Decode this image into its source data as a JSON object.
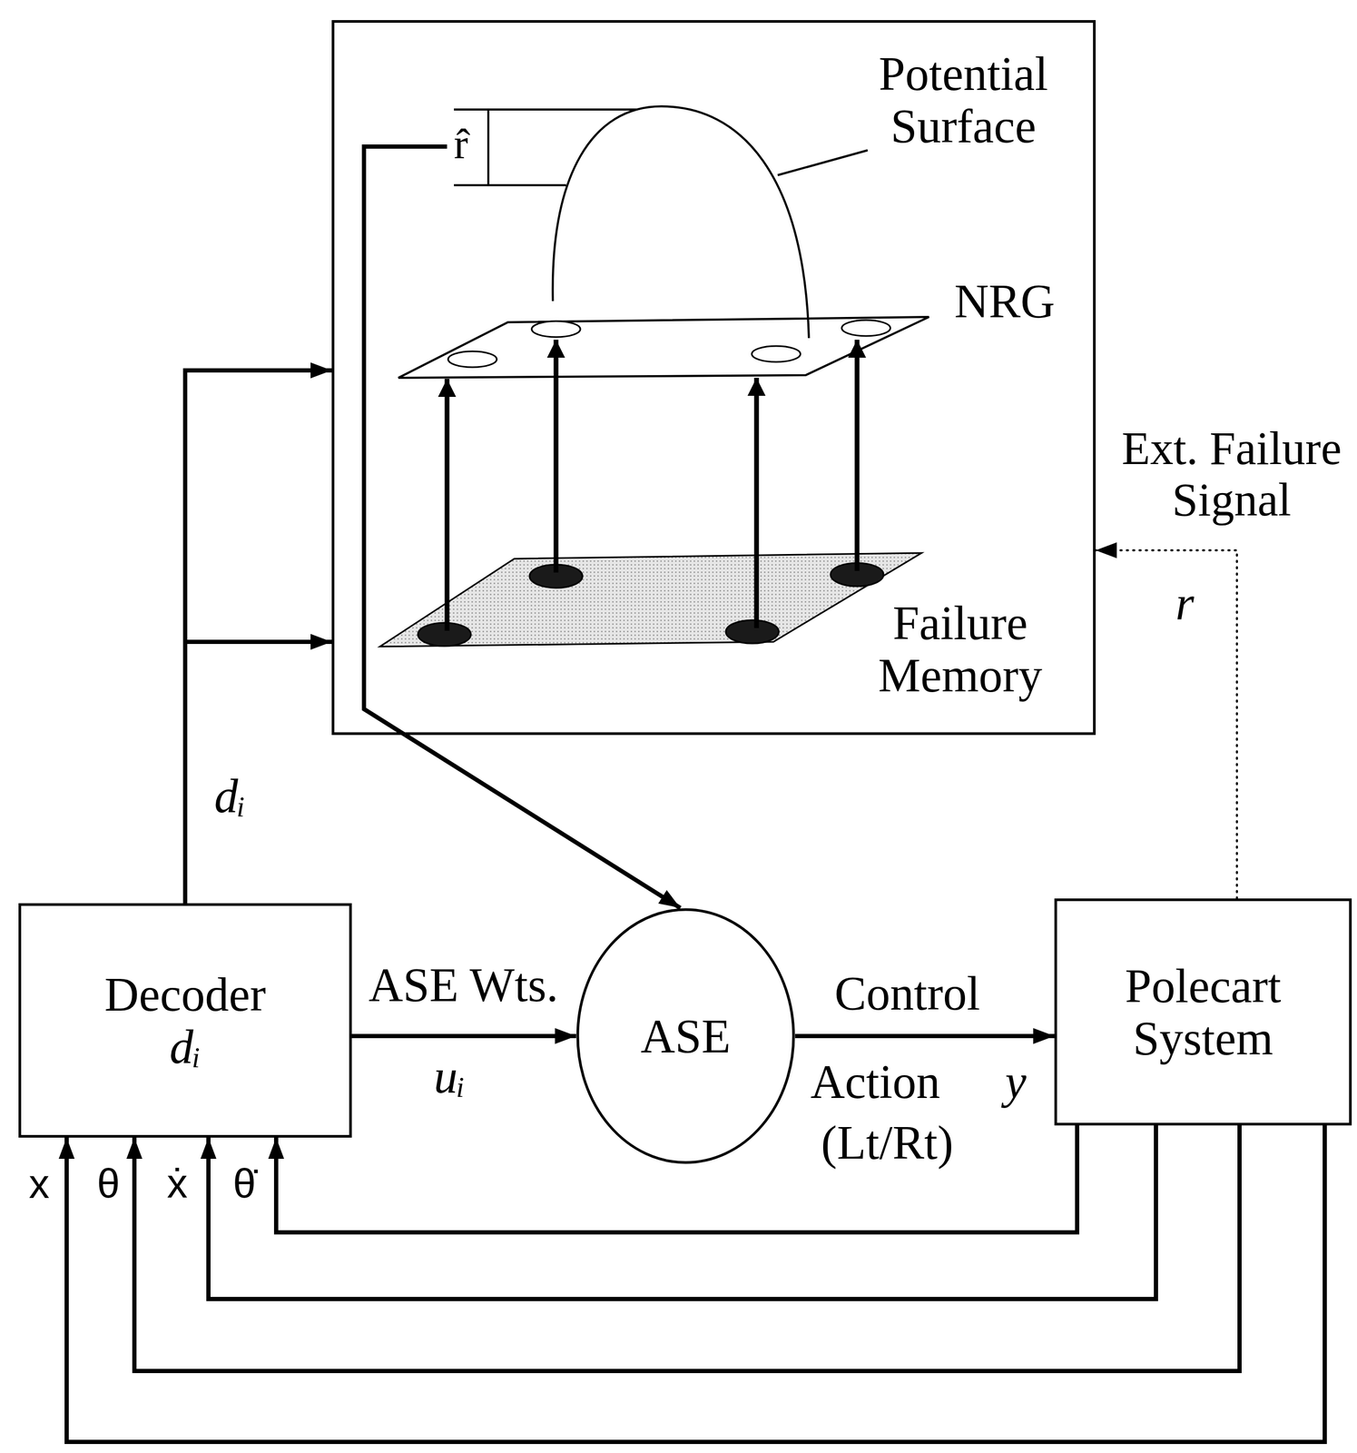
{
  "diagram": {
    "nodes": [
      {
        "text": [
          "Potential Surface",
          "NRG",
          "Failure Memory"
        ]
      },
      {
        "text": [
          "Decoder",
          "dᵢ"
        ]
      },
      {
        "text": [
          "ASE"
        ]
      },
      {
        "text": [
          "Polecart System"
        ]
      }
    ],
    "edges": [
      {
        "from": 1,
        "to": 0,
        "arrow": "to"
      },
      {
        "from": 1,
        "to": 0,
        "arrow": "to"
      },
      {
        "from": 0,
        "to": 2,
        "arrow": "to"
      },
      {
        "from": 1,
        "to": 2,
        "arrow": "to",
        "label": "ASE Wts."
      },
      {
        "from": 2,
        "to": 3,
        "arrow": "to",
        "label": "Control"
      },
      {
        "from": 3,
        "to": 0,
        "arrow": "to",
        "label": "Ext. Failure Signal"
      },
      {
        "from": 3,
        "to": 1,
        "arrow": "to",
        "label": "x"
      },
      {
        "from": 3,
        "to": 1,
        "arrow": "to",
        "label": "θ"
      },
      {
        "from": 3,
        "to": 1,
        "arrow": "to",
        "label": "ẋ"
      },
      {
        "from": 3,
        "to": 1,
        "arrow": "to",
        "label": "θ̇"
      }
    ],
    "labels": [
      "r̂",
      "dᵢ",
      "uᵢ",
      "Action",
      "y",
      "(Lt/Rt)",
      "r"
    ]
  }
}
